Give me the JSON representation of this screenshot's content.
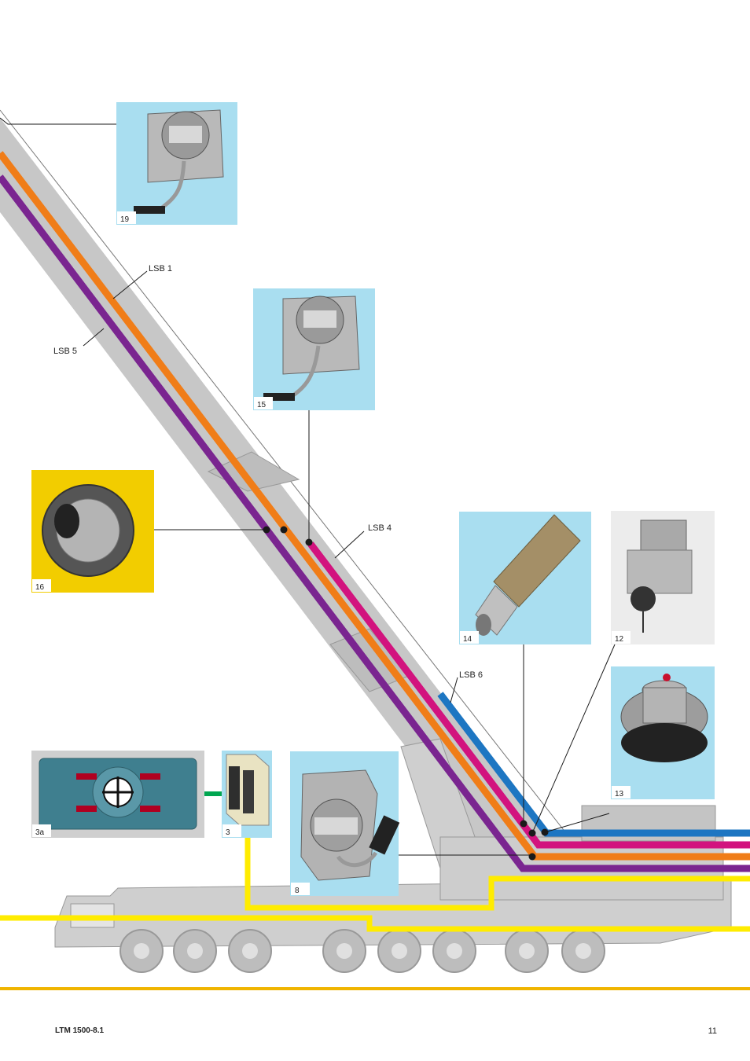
{
  "labels": {
    "lsb1": "LSB 1",
    "lsb4": "LSB 4",
    "lsb5": "LSB 5",
    "lsb6": "LSB 6"
  },
  "photos": [
    {
      "id": "photo-19",
      "number": "19",
      "subject": "angle sensor box"
    },
    {
      "id": "photo-15",
      "number": "15",
      "subject": "angle sensor box"
    },
    {
      "id": "photo-16",
      "number": "16",
      "subject": "cable reel"
    },
    {
      "id": "photo-14",
      "number": "14",
      "subject": "proximity sensor"
    },
    {
      "id": "photo-12",
      "number": "12",
      "subject": "cable reel with sensor"
    },
    {
      "id": "photo-13",
      "number": "13",
      "subject": "cable drum"
    },
    {
      "id": "photo-3a",
      "number": "3a",
      "subject": "control panel"
    },
    {
      "id": "photo-3",
      "number": "3",
      "subject": "connector module"
    },
    {
      "id": "photo-8",
      "number": "8",
      "subject": "angle sensor"
    }
  ],
  "colors": {
    "boom": "#c7c7c7",
    "orange": "#f07d18",
    "purple": "#7a2590",
    "magenta": "#d2137e",
    "blue": "#1d76c2",
    "yellow": "#ffec00",
    "green": "#00a650",
    "photo_bg": "#a9def0",
    "footer_rule": "#f0b400"
  },
  "footer": {
    "model": "LTM 1500-8.1",
    "page": "11"
  }
}
